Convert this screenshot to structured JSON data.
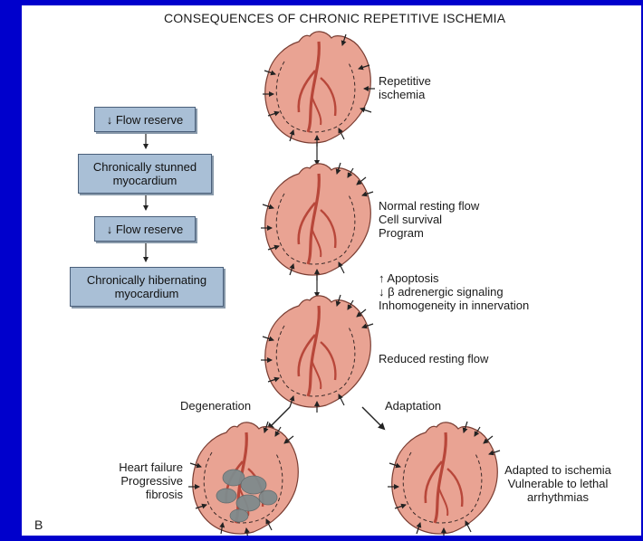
{
  "title": "CONSEQUENCES OF CHRONIC REPETITIVE ISCHEMIA",
  "flow": {
    "box1": "↓ Flow reserve",
    "box2": "Chronically stunned\nmyocardium",
    "box3": "↓ Flow reserve",
    "box4": "Chronically hibernating\nmyocardium"
  },
  "labels": {
    "stage1": "Repetitive\nischemia",
    "stage2": "Normal resting flow\nCell survival\nProgram",
    "stage2_changes": "↑ Apoptosis\n↓ β adrenergic signaling\nInhomogeneity in innervation",
    "stage3": "Reduced resting flow",
    "branch_left": "Degeneration",
    "branch_right": "Adaptation",
    "outcome_left": "Heart failure\nProgressive\nfibrosis",
    "outcome_right": "Adapted to ischemia\nVulnerable to lethal\narrhythmias",
    "panel_letter": "B"
  },
  "colors": {
    "background": "#0000cc",
    "box_fill": "#a9bfd6",
    "heart_fill": "#e9a393",
    "vessel": "#b8473a",
    "fibrosis": "#7f8a8c"
  }
}
